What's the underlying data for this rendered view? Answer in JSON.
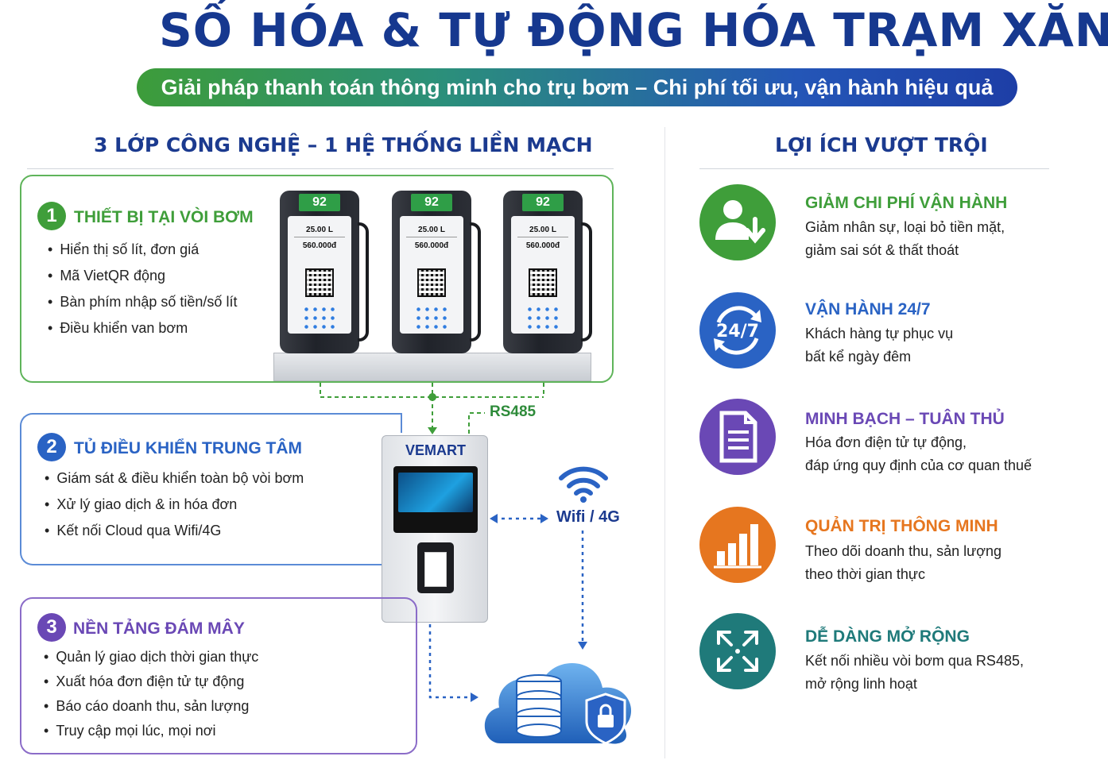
{
  "title": "SỐ HÓA & TỰ ĐỘNG HÓA TRẠM XĂNG",
  "subtitle": "Giải pháp thanh toán thông minh cho trụ bơm – Chi phí tối ưu, vận hành hiệu quả",
  "left_title": "3 LỚP CÔNG NGHỆ – 1 HỆ THỐNG LIỀN MẠCH",
  "right_title": "LỢI ÍCH VƯỢT TRỘI",
  "layers": [
    {
      "num": "1",
      "title": "THIẾT BỊ TẠI VÒI BƠM",
      "color": "#3f9e3a",
      "items": [
        "Hiển thị số lít, đơn giá",
        "Mã VietQR động",
        "Bàn phím nhập số tiền/số lít",
        "Điều khiển van bơm"
      ]
    },
    {
      "num": "2",
      "title": "TỦ ĐIỀU KHIỂN TRUNG TÂM",
      "color": "#2a63c4",
      "items": [
        "Giám sát & điều khiển toàn bộ vòi bơm",
        "Xử lý giao dịch & in hóa đơn",
        "Kết nối Cloud qua Wifi/4G"
      ]
    },
    {
      "num": "3",
      "title": "NỀN TẢNG ĐÁM MÂY",
      "color": "#6a48b5",
      "items": [
        "Quản lý giao dịch thời gian thực",
        "Xuất hóa đơn điện tử tự động",
        "Báo cáo doanh thu, sản lượng",
        "Truy cập mọi lúc, mọi nơi"
      ]
    }
  ],
  "pumps": [
    {
      "grade": "92",
      "liters": "25.00 L",
      "amount": "560.000đ"
    },
    {
      "grade": "92",
      "liters": "25.00 L",
      "amount": "560.000đ"
    },
    {
      "grade": "92",
      "liters": "25.00 L",
      "amount": "560.000đ"
    }
  ],
  "controller_brand": "VEMART",
  "label_rs485": "RS485",
  "label_wifi": "Wifi / 4G",
  "benefits": [
    {
      "title": "GIẢM CHI PHÍ VẬN HÀNH",
      "color": "#3f9e3a",
      "icon": "user-down-icon",
      "lines": [
        "Giảm nhân sự, loại bỏ tiền mặt,",
        "giảm sai sót & thất thoát"
      ]
    },
    {
      "title": "VẬN HÀNH 24/7",
      "color": "#2a63c4",
      "icon": "clock-24-7-icon",
      "badge": "24/7",
      "lines": [
        "Khách hàng tự phục vụ",
        "bất kể ngày đêm"
      ]
    },
    {
      "title": "MINH BẠCH – TUÂN THỦ",
      "color": "#6a48b5",
      "icon": "document-icon",
      "lines": [
        "Hóa đơn điện tử tự động,",
        "đáp ứng quy định của cơ quan thuế"
      ]
    },
    {
      "title": "QUẢN TRỊ THÔNG MINH",
      "color": "#e6761f",
      "icon": "bar-chart-icon",
      "lines": [
        "Theo dõi doanh thu, sản lượng",
        "theo thời gian thực"
      ]
    },
    {
      "title": "DỄ DÀNG MỞ RỘNG",
      "color": "#1f7a7a",
      "icon": "expand-icon",
      "lines": [
        "Kết nối nhiều vòi bơm qua RS485,",
        "mở rộng linh hoạt"
      ]
    }
  ]
}
